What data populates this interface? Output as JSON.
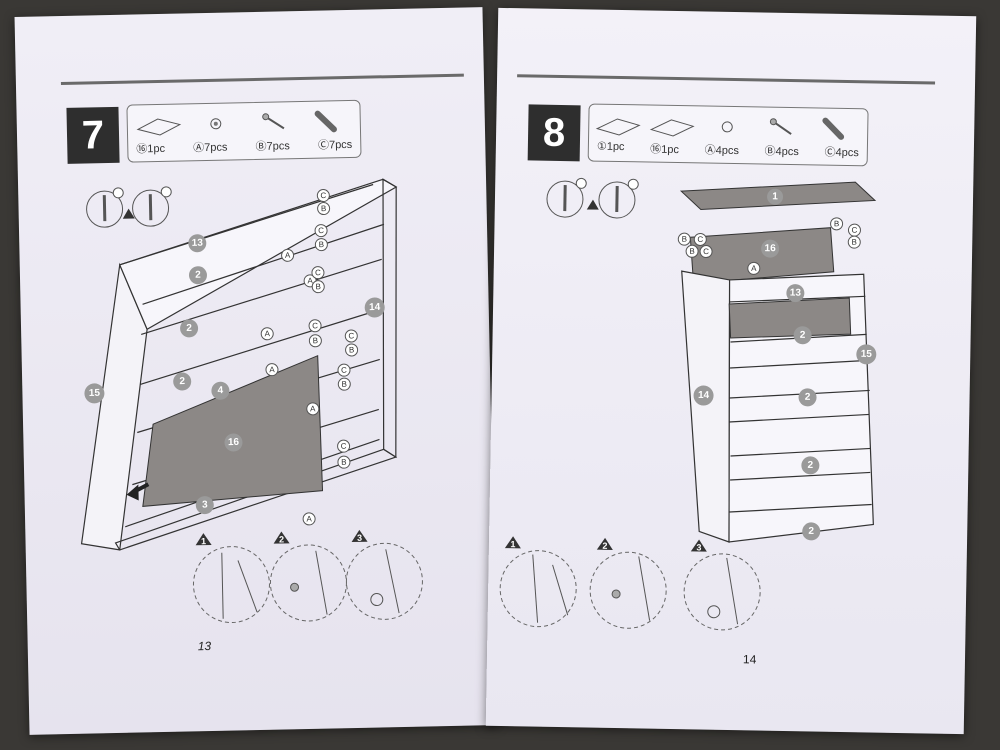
{
  "left_page": {
    "step_number": "7",
    "parts": [
      {
        "label": "⑯1pc",
        "icon": "panel-icon"
      },
      {
        "label": "Ⓐ7pcs",
        "icon": "cam-lock-icon"
      },
      {
        "label": "Ⓑ7pcs",
        "icon": "cam-bolt-icon"
      },
      {
        "label": "Ⓒ7pcs",
        "icon": "dowel-icon"
      }
    ],
    "labels": {
      "p13": "13",
      "p2a": "2",
      "p2b": "2",
      "p2c": "2",
      "p4": "4",
      "p15": "15",
      "p14": "14",
      "p16": "16",
      "p3": "3"
    },
    "hw": {
      "a": "A",
      "b": "B",
      "c": "C"
    },
    "substeps": [
      "1",
      "2",
      "3"
    ],
    "page_number": "13"
  },
  "right_page": {
    "step_number": "8",
    "parts": [
      {
        "label": "①1pc",
        "icon": "panel-icon"
      },
      {
        "label": "⑯1pc",
        "icon": "panel-icon"
      },
      {
        "label": "Ⓐ4pcs",
        "icon": "cam-lock-icon"
      },
      {
        "label": "Ⓑ4pcs",
        "icon": "cam-bolt-icon"
      },
      {
        "label": "Ⓒ4pcs",
        "icon": "dowel-icon"
      }
    ],
    "labels": {
      "p1": "1",
      "p16": "16",
      "p13": "13",
      "p2a": "2",
      "p15": "15",
      "p14": "14",
      "p2b": "2",
      "p2c": "2",
      "p2d": "2"
    },
    "hw": {
      "a": "A",
      "b": "B",
      "c": "C"
    },
    "substeps": [
      "1",
      "2",
      "3"
    ],
    "page_number": "14"
  },
  "colors": {
    "step_box": "#2e2e2e",
    "label_circle": "#9a9a9a",
    "panel_fill": "#8c8886",
    "line": "#333333"
  }
}
